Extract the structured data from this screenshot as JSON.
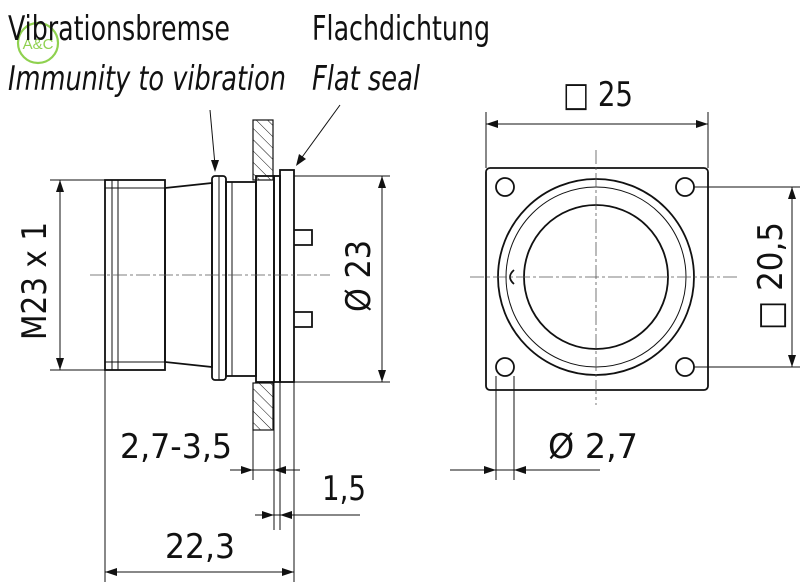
{
  "logo": {
    "text": "A&C",
    "color": "#8fd14f"
  },
  "labels": {
    "vibration_de": "Vibrationsbremse",
    "vibration_en": "Immunity to vibration",
    "seal_de": "Flachdichtung",
    "seal_en": "Flat seal"
  },
  "dimensions": {
    "thread": "M23 x 1",
    "flange_diameter": "Ø 23",
    "panel_thickness": "2,7-3,5",
    "seal_thickness": "1,5",
    "total_length": "22,3",
    "square_size": "□ 25",
    "hole_spacing": "□ 20,5",
    "hole_diameter": "Ø 2,7"
  },
  "colors": {
    "line": "#111111",
    "logo": "#8fd14f"
  }
}
